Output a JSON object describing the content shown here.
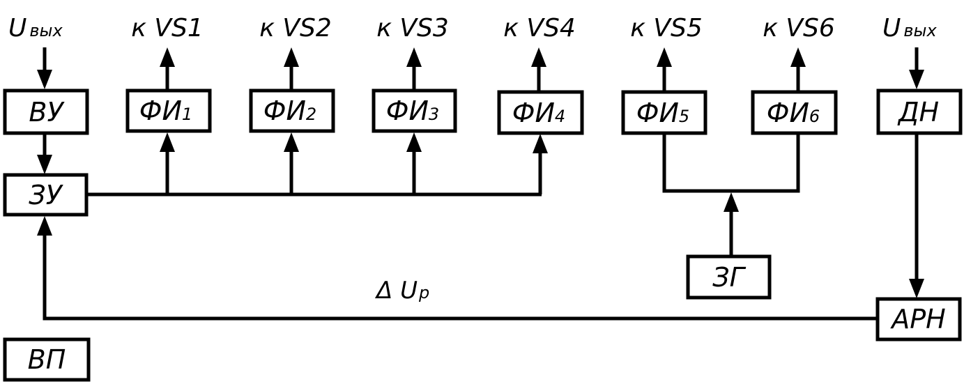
{
  "inputs": {
    "left": {
      "main": "U",
      "sub": "вых"
    },
    "right": {
      "main": "U",
      "sub": "вых"
    }
  },
  "outputs": [
    "к VS1",
    "к VS2",
    "к VS3",
    "к VS4",
    "к VS5",
    "к VS6"
  ],
  "blocks": {
    "vu": "ВУ",
    "zu": "ЗУ",
    "vp": "ВП",
    "dn": "ДН",
    "arn": "АРН",
    "zg": "ЗГ",
    "fi": [
      {
        "main": "ФИ",
        "sub": "1"
      },
      {
        "main": "ФИ",
        "sub": "2"
      },
      {
        "main": "ФИ",
        "sub": "3"
      },
      {
        "main": "ФИ",
        "sub": "4"
      },
      {
        "main": "ФИ",
        "sub": "5"
      },
      {
        "main": "ФИ",
        "sub": "6"
      }
    ]
  },
  "feedback_label": {
    "main": "Δ U",
    "sub": "р"
  }
}
